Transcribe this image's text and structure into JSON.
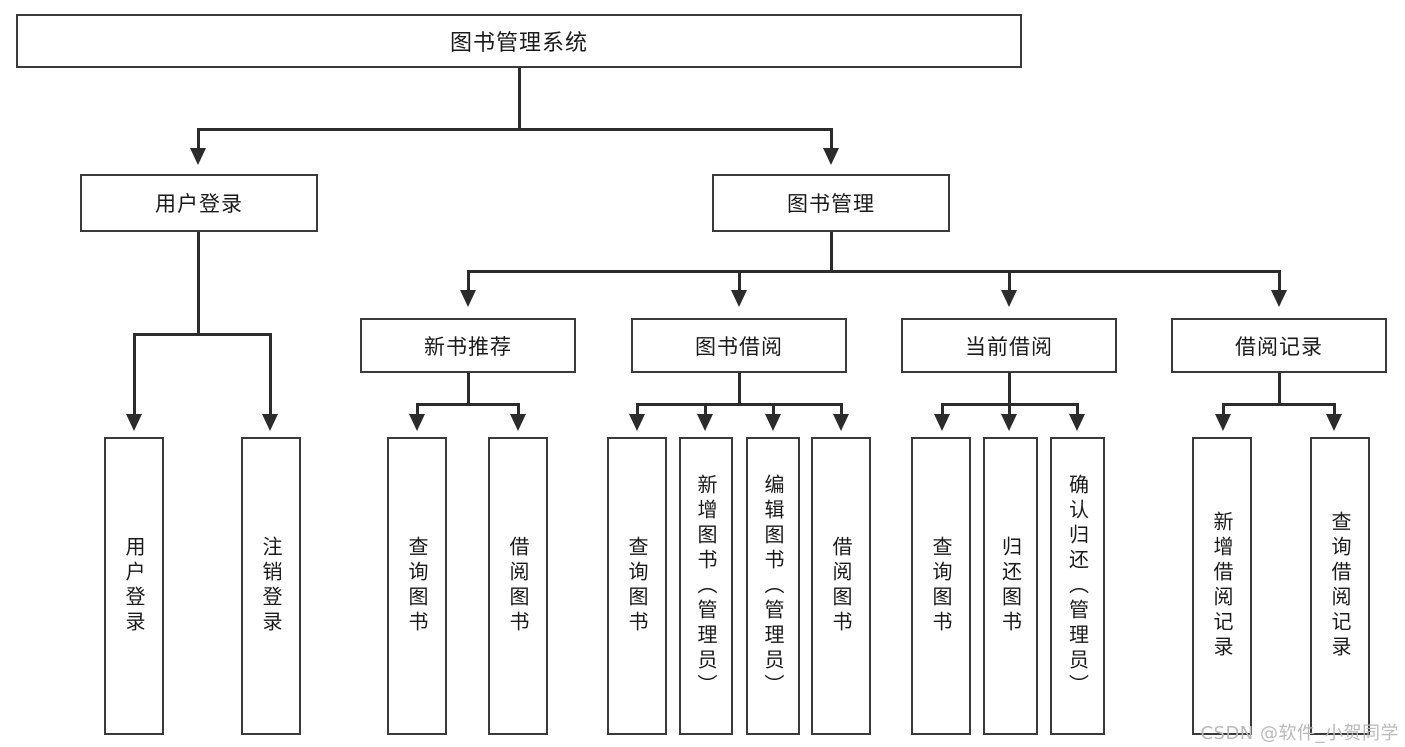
{
  "diagram": {
    "type": "hierarchy-tree",
    "title": "图书管理系统",
    "root": {
      "label": "图书管理系统"
    },
    "level2": [
      {
        "label": "用户登录"
      },
      {
        "label": "图书管理"
      }
    ],
    "level3": [
      {
        "label": "新书推荐"
      },
      {
        "label": "图书借阅"
      },
      {
        "label": "当前借阅"
      },
      {
        "label": "借阅记录"
      }
    ],
    "leaves": {
      "user_login": [
        {
          "label": "用户登录"
        },
        {
          "label": "注销登录"
        }
      ],
      "new_book_recommend": [
        {
          "label": "查询图书"
        },
        {
          "label": "借阅图书"
        }
      ],
      "book_borrow": [
        {
          "label": "查询图书"
        },
        {
          "label": "新增图书（管理员）"
        },
        {
          "label": "编辑图书（管理员）"
        },
        {
          "label": "借阅图书"
        }
      ],
      "current_borrow": [
        {
          "label": "查询图书"
        },
        {
          "label": "归还图书"
        },
        {
          "label": "确认归还（管理员）"
        }
      ],
      "borrow_record": [
        {
          "label": "新增借阅记录"
        },
        {
          "label": "查询借阅记录"
        }
      ]
    },
    "watermark": "CSDN @软件_小贺同学",
    "colors": {
      "border": "#3a3a3a",
      "connector": "#2b2b2b",
      "background": "#ffffff",
      "text": "#1a1a1a",
      "watermark": "#b9b9b9"
    }
  }
}
